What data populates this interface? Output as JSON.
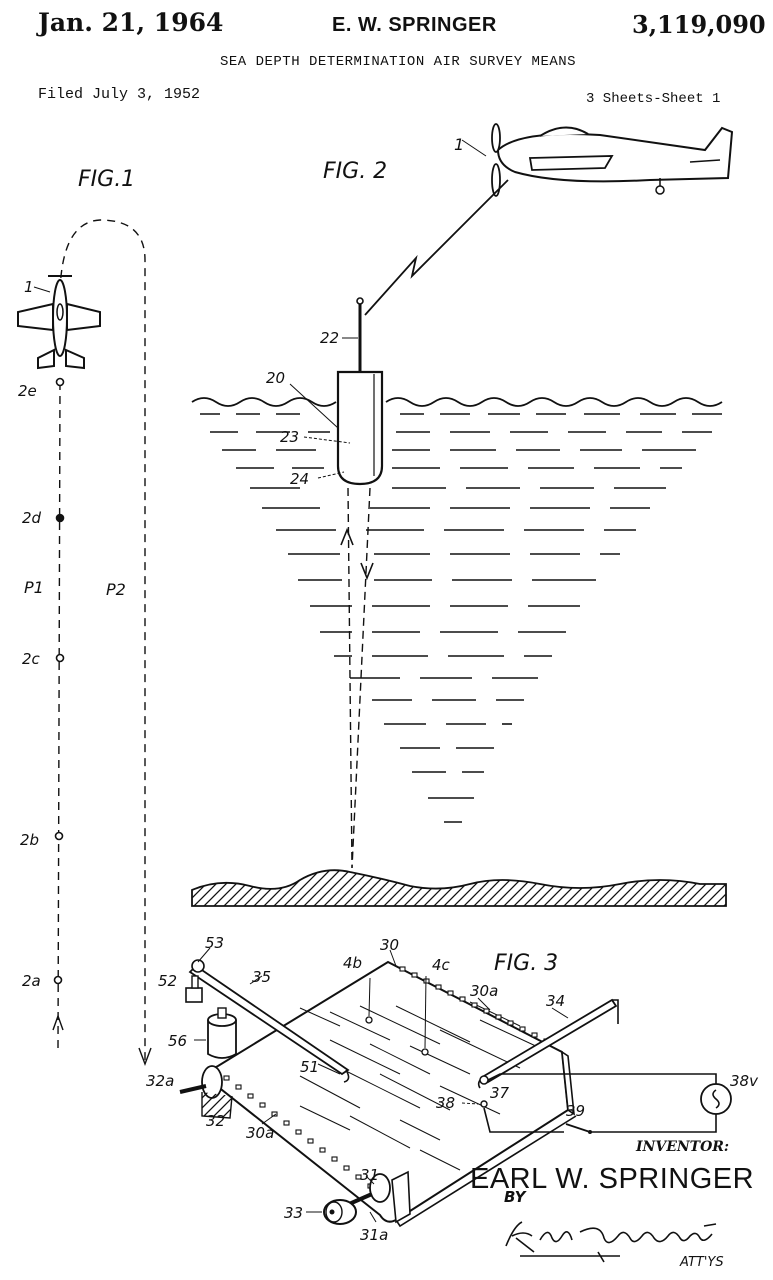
{
  "header": {
    "date": "Jan. 21, 1964",
    "inventor": "E. W. SPRINGER",
    "patent_number": "3,119,090",
    "title": "SEA DEPTH DETERMINATION AIR SURVEY MEANS",
    "filed": "Filed July 3, 1952",
    "sheets": "3 Sheets-Sheet 1"
  },
  "figures": {
    "fig1": {
      "label": "FIG.1",
      "refs": {
        "airplane": "1",
        "p1": "P1",
        "p2": "P2",
        "pt_2e": "2e",
        "pt_2d": "2d",
        "pt_2c": "2c",
        "pt_2b": "2b",
        "pt_2a": "2a"
      }
    },
    "fig2": {
      "label": "FIG. 2",
      "refs": {
        "airplane": "1",
        "antenna": "22",
        "buoy": "20",
        "line": "23",
        "transducer": "24"
      }
    },
    "fig3": {
      "label": "FIG. 3",
      "refs": {
        "r30": "30",
        "r30a_top": "30a",
        "r30a_bottom": "30a",
        "r4b": "4b",
        "r4c": "4c",
        "r53": "53",
        "r35": "35",
        "r52": "52",
        "r56": "56",
        "r51": "51",
        "r34": "34",
        "r37": "37",
        "r38": "38",
        "r38v": "38v",
        "r39": "39",
        "r32a": "32a",
        "r32": "32",
        "r31": "31",
        "r33": "33",
        "r31a": "31a"
      }
    }
  },
  "signature_block": {
    "inventor_label": "INVENTOR:",
    "inventor_name": "EARL W. SPRINGER",
    "by": "BY",
    "attorney_signature": "K. W. Wonnell",
    "attorneys": "ATT'YS"
  }
}
